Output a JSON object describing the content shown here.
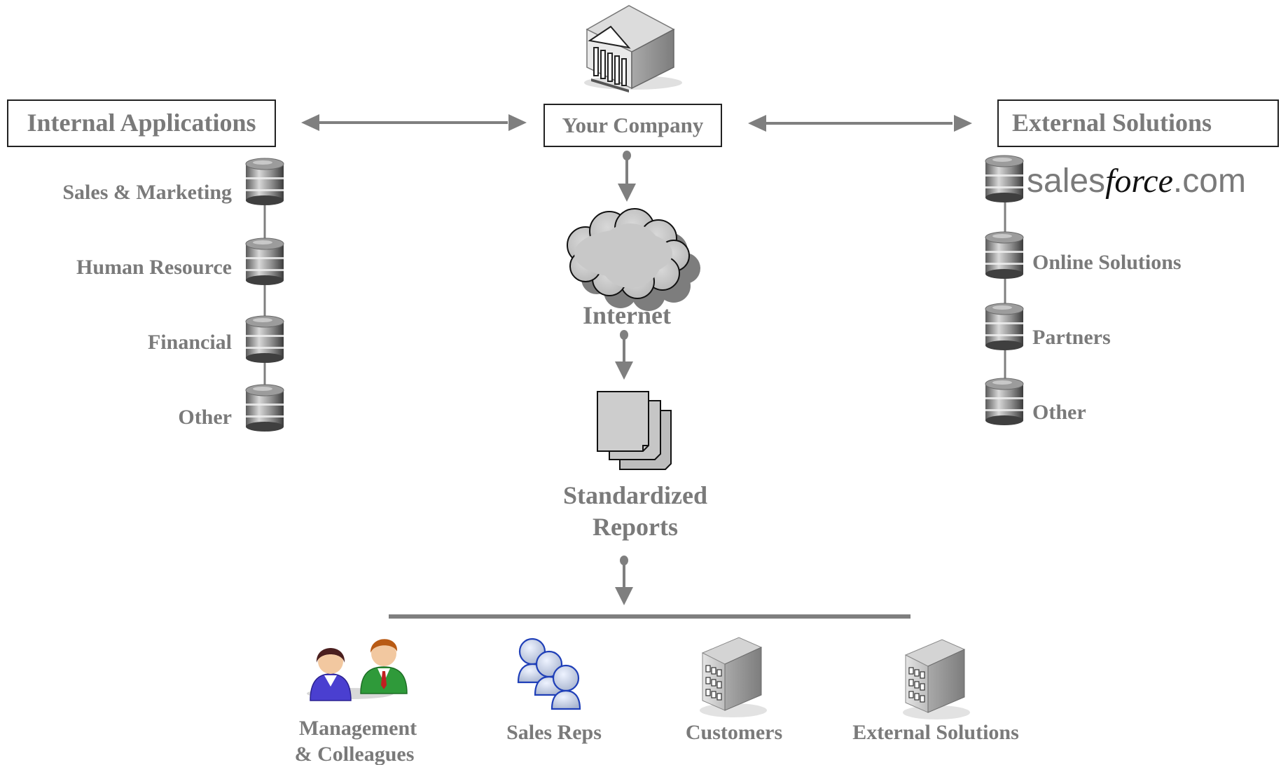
{
  "center": {
    "company_label": "Your Company",
    "internet_label": "Internet",
    "reports_label_line1": "Standardized",
    "reports_label_line2": "Reports"
  },
  "internal": {
    "title": "Internal Applications",
    "items": [
      "Sales & Marketing",
      "Human Resource",
      "Financial",
      "Other"
    ]
  },
  "external": {
    "title": "External Solutions",
    "logo": {
      "part1": "sales",
      "part2": "force",
      "part3": ".com"
    },
    "items": [
      "Online Solutions",
      "Partners",
      "Other"
    ]
  },
  "audiences": {
    "management_line1": "Management",
    "management_line2": "& Colleagues",
    "sales_reps": "Sales Reps",
    "customers": "Customers",
    "external": "External Solutions"
  },
  "colors": {
    "label": "#7a7a7a",
    "connector": "#7f7f7f",
    "box_border": "#222222"
  }
}
